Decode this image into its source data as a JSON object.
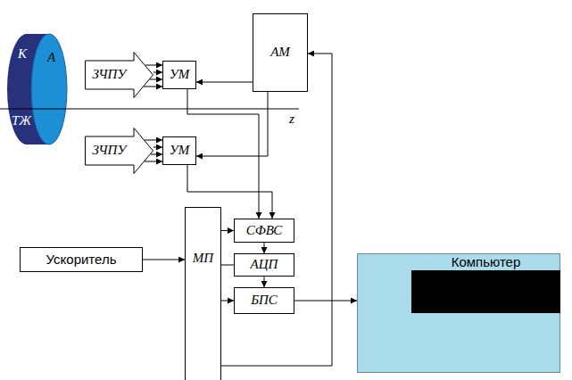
{
  "diagram": {
    "nodes": [
      {
        "text": [
          "ЗЧПУ"
        ]
      },
      {
        "text": [
          "УМ"
        ]
      },
      {
        "text": [
          "АМ"
        ]
      },
      {
        "text": [
          "ЗЧПУ"
        ]
      },
      {
        "text": [
          "УМ"
        ]
      },
      {
        "text": [
          "МП"
        ]
      },
      {
        "text": [
          "СФВС"
        ]
      },
      {
        "text": [
          "Ускоритель"
        ]
      },
      {
        "text": [
          "АЦП"
        ]
      },
      {
        "text": [
          "Компьютер"
        ]
      },
      {
        "text": [
          "БПС"
        ]
      }
    ],
    "edges": [
      {
        "from": 0,
        "to": 1,
        "arrow": "to"
      },
      {
        "from": 2,
        "to": 1,
        "arrow": "to"
      },
      {
        "from": 3,
        "to": 4,
        "arrow": "to"
      },
      {
        "from": 2,
        "to": 4,
        "arrow": "to"
      },
      {
        "from": 1,
        "to": 6,
        "arrow": "to"
      },
      {
        "from": 4,
        "to": 6,
        "arrow": "to"
      },
      {
        "from": 7,
        "to": 5,
        "arrow": "to"
      },
      {
        "from": 5,
        "to": 6,
        "arrow": "to"
      },
      {
        "from": 5,
        "to": 8,
        "arrow": "none"
      },
      {
        "from": 6,
        "to": 8,
        "arrow": "to"
      },
      {
        "from": 8,
        "to": 10,
        "arrow": "to"
      },
      {
        "from": 5,
        "to": 10,
        "arrow": "to"
      },
      {
        "from": 10,
        "to": 9,
        "arrow": "to"
      },
      {
        "from": 5,
        "to": 2,
        "arrow": "to"
      }
    ],
    "labels": [
      "К",
      "А",
      "ТЖ",
      "z"
    ]
  }
}
